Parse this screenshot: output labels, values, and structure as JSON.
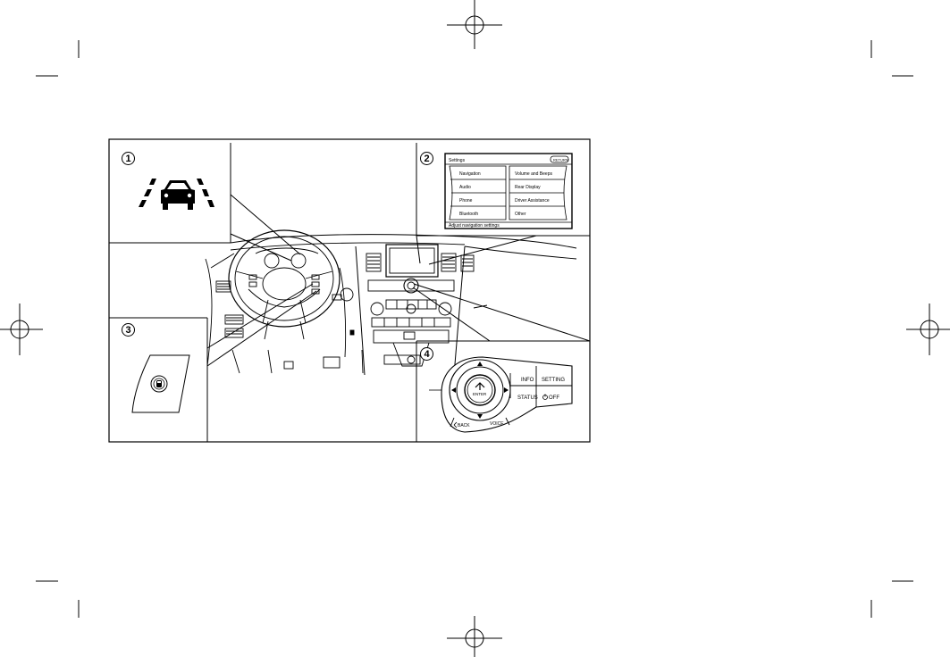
{
  "callouts": {
    "c1": "1",
    "c2": "2",
    "c3": "3",
    "c4": "4"
  },
  "screen": {
    "title": "Settings",
    "badge": "RETURN",
    "left_items": [
      "Navigation",
      "Audio",
      "Phone",
      "Bluetooth"
    ],
    "right_items": [
      "Volume and Beeps",
      "Rear Display",
      "Driver Assistance",
      "Other"
    ],
    "footer": "Adjust navigation settings"
  },
  "controller": {
    "enter": "ENTER",
    "info": "INFO",
    "setting": "SETTING",
    "status": "STATUS",
    "off": "OFF",
    "back": "BACK",
    "voice": "VOICE"
  },
  "colors": {
    "line": "#000000",
    "background": "#ffffff"
  }
}
